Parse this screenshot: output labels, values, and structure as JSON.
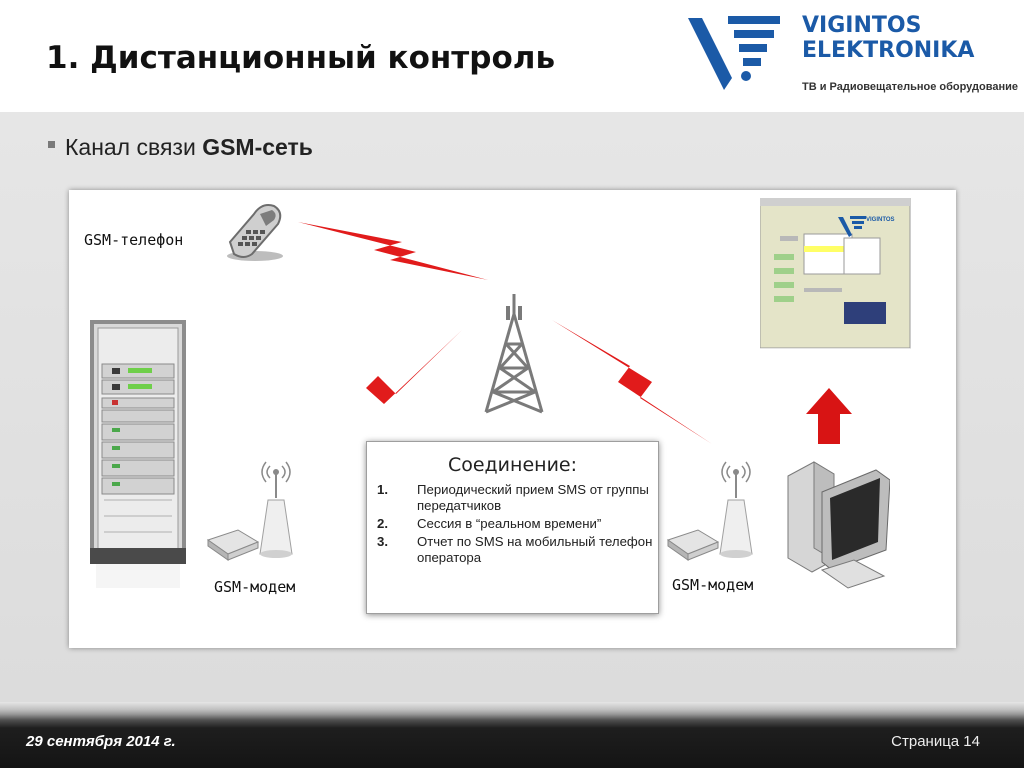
{
  "slide": {
    "title": "1. Дистанционный контроль",
    "bullet_prefix": "Канал связи ",
    "bullet_bold": "GSM-сеть"
  },
  "logo": {
    "name_line1": "VIGINTOS",
    "name_line2": "ELEKTRONIKA",
    "tagline": "ТВ и Радиовещательное оборудование"
  },
  "diagram": {
    "phone_label": "GSM-телефон",
    "modem_left_label": "GSM-модем",
    "modem_right_label": "GSM-модем",
    "screen_logo": "VIGINTOS",
    "connection": {
      "title": "Соединение:",
      "items": [
        {
          "num": "1.",
          "text": "Периодический прием SMS от группы передатчиков"
        },
        {
          "num": "2.",
          "text": "Сессия в “реальном времени”"
        },
        {
          "num": "3.",
          "text": "Отчет по SMS на мобильный телефон оператора"
        }
      ]
    }
  },
  "footer": {
    "date": "29 сентября 2014 г.",
    "page": "Страница 14"
  },
  "colors": {
    "brand_blue": "#1b5aa7",
    "lightning_red": "#e11b1b",
    "arrow_red": "#d81414"
  }
}
